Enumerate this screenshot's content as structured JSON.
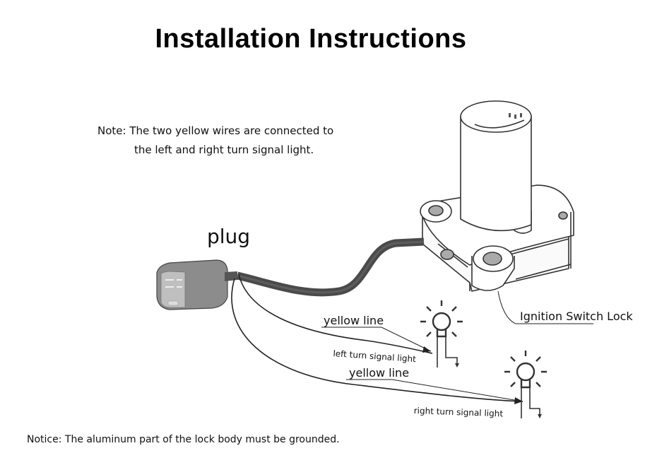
{
  "title": "Installation Instructions",
  "note": {
    "line1": "Note: The two yellow wires are connected to",
    "line2": "the left and right turn signal light."
  },
  "labels": {
    "plug": "plug",
    "ignition_switch_lock": "Ignition Switch Lock",
    "yellow_line_1": "yellow line",
    "yellow_line_2": "yellow line",
    "left_turn_signal_light": "left turn signal light",
    "right_turn_signal_light": "right turn signal light"
  },
  "notice": "Notice: The aluminum part of the lock body must be grounded.",
  "colors": {
    "cable": "#4a4a4a",
    "plug_body": "#8c8c8c",
    "line_art": "#333333"
  }
}
